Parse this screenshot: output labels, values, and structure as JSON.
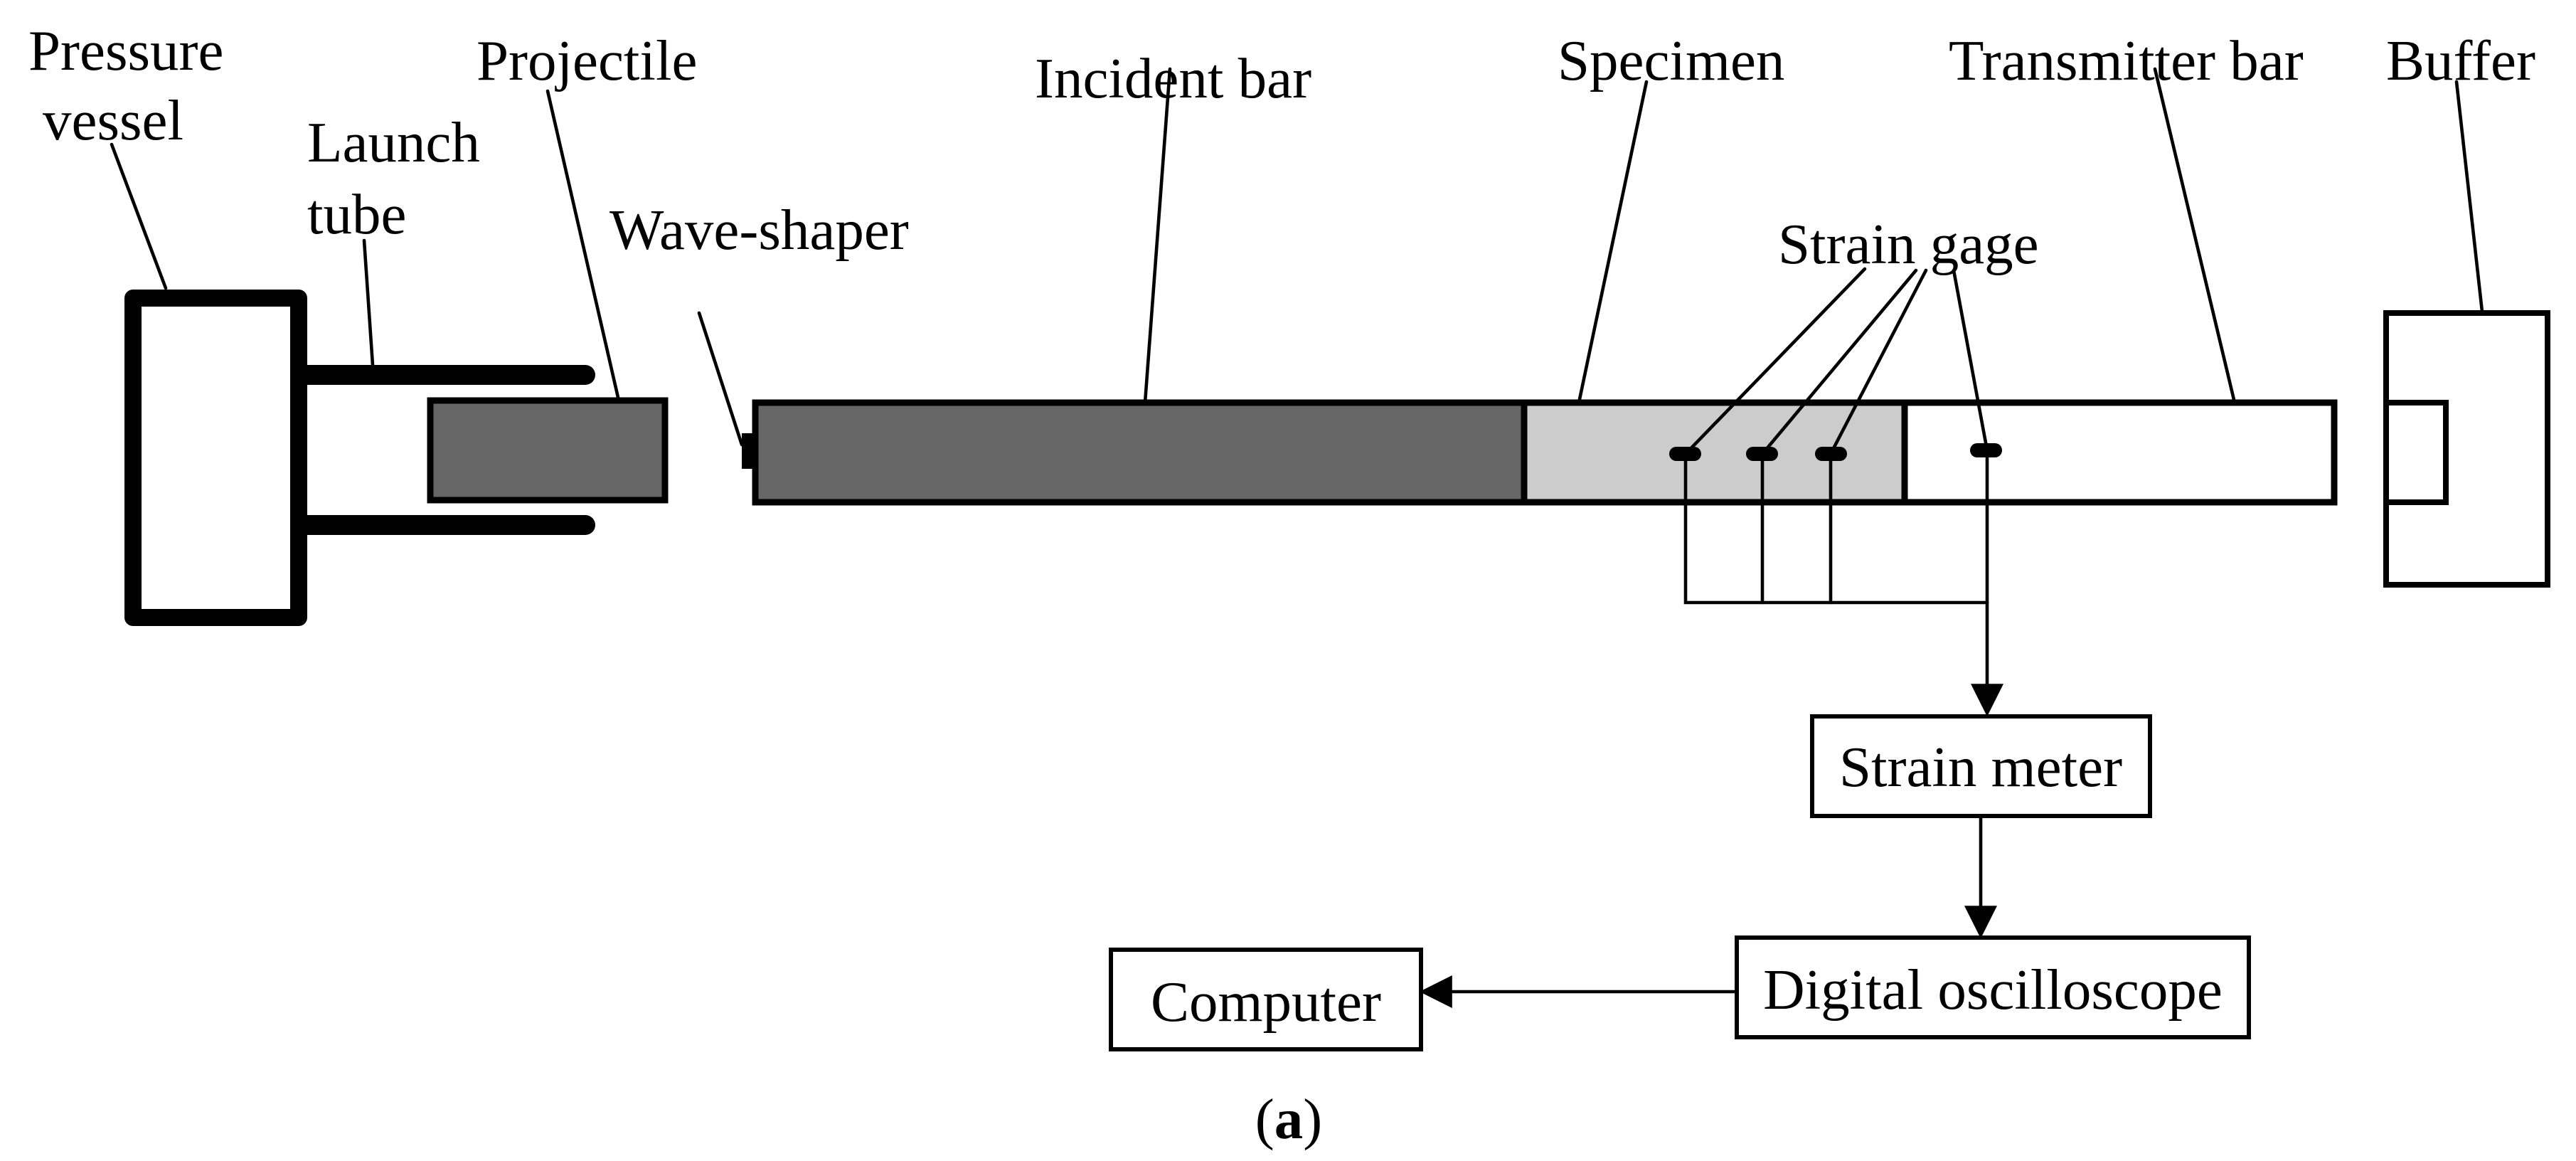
{
  "labels": {
    "pressure_vessel_line1": "Pressure",
    "pressure_vessel_line2": "vessel",
    "projectile": "Projectile",
    "launch_tube_line1": "Launch",
    "launch_tube_line2": "tube",
    "wave_shaper": "Wave-shaper",
    "incident_bar": "Incident bar",
    "specimen": "Specimen",
    "strain_gage": "Strain gage",
    "transmitter_bar": "Transmitter bar",
    "buffer": "Buffer"
  },
  "boxes": {
    "strain_meter": "Strain meter",
    "digital_oscilloscope": "Digital oscilloscope",
    "computer": "Computer"
  },
  "caption": {
    "open": "(",
    "letter": "a",
    "close": ")"
  },
  "colors": {
    "incident_bar_fill": "#666666",
    "projectile_fill": "#666666",
    "specimen_fill": "#cccccc",
    "transmitter_bar_fill": "#ffffff",
    "stroke": "#000000"
  }
}
